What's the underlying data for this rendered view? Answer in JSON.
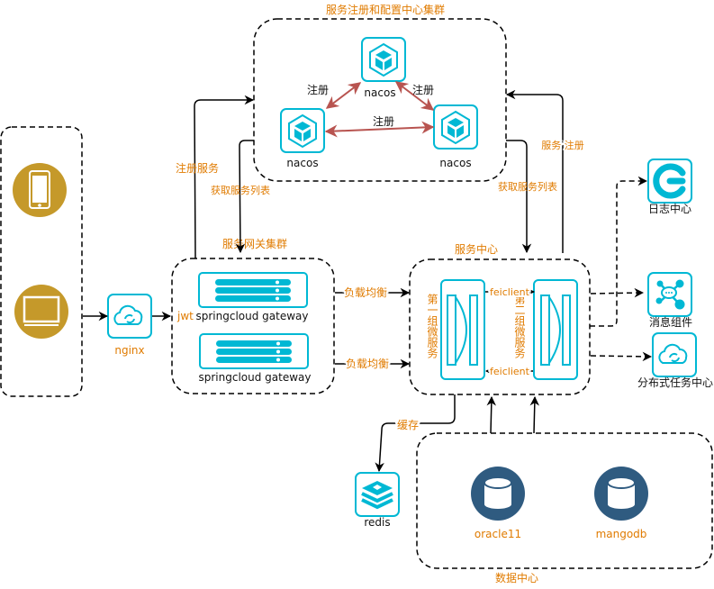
{
  "colors": {
    "accent": "#00b8d4",
    "label_orange": "#e07b00",
    "gold": "#c5992a",
    "db_navy": "#2f5b80",
    "arrow_red": "#b85450",
    "line": "#000000"
  },
  "groups": {
    "registry_title": "服务注册和配置中心集群",
    "gateway_title": "服务网关集群",
    "service_title": "服务中心",
    "data_title": "数据中心"
  },
  "nodes": {
    "nacos_top": "nacos",
    "nacos_left": "nacos",
    "nacos_right": "nacos",
    "nginx": "nginx",
    "gateway_1": "springcloud gateway",
    "gateway_2": "springcloud gateway",
    "micro_group_1": "第一组微服务",
    "micro_group_2": "第二组微服务",
    "log_center": "日志中心",
    "message": "消息组件",
    "task_center": "分布式任务中心",
    "redis": "redis",
    "oracle": "oracle11",
    "mongo": "mangodb"
  },
  "edge_labels": {
    "register_1": "注册",
    "register_2": "注册",
    "register_3": "注册",
    "register_service": "注册服务",
    "get_list_left": "获取服务列表",
    "get_list_right": "获取服务列表",
    "service_register": "服务 注册",
    "jwt": "jwt",
    "lb_1": "负载均衡",
    "lb_2": "负载均衡",
    "feign_1": "feiclient",
    "feign_2": "feiclient",
    "cache": "缓存"
  },
  "icons": {
    "phone": "mobile-phone-icon",
    "monitor": "monitor-icon",
    "nacos": "cube-cluster-icon",
    "nginx": "cloud-sync-icon",
    "gateway": "server-rack-icon",
    "micro": "gateway-arch-icon",
    "log": "log-c-icon",
    "message": "message-hub-icon",
    "task": "cloud-sync-icon",
    "redis": "stack-layers-icon",
    "db": "database-icon"
  }
}
